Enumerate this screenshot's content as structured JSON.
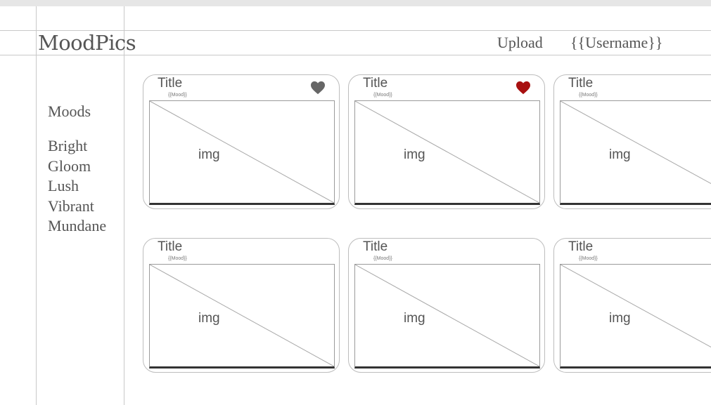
{
  "app": {
    "logo": "MoodPics"
  },
  "nav": {
    "upload_label": "Upload",
    "username_label": "{{Username}}"
  },
  "sidebar": {
    "title": "Moods",
    "moods": [
      "Bright",
      "Gloom",
      "Lush",
      "Vibrant",
      "Mundane"
    ]
  },
  "cards": [
    {
      "title": "Title",
      "mood": "{{Mood}}",
      "image_label": "img",
      "heart": "heart-icon",
      "heart_color": "#666666"
    },
    {
      "title": "Title",
      "mood": "{{Mood}}",
      "image_label": "img",
      "heart": "heart-icon",
      "heart_color": "#a81010"
    },
    {
      "title": "Title",
      "mood": "{{Mood}}",
      "image_label": "img",
      "heart": "",
      "heart_color": ""
    },
    {
      "title": "Title",
      "mood": "{{Mood}}",
      "image_label": "img",
      "heart": "",
      "heart_color": ""
    },
    {
      "title": "Title",
      "mood": "{{Mood}}",
      "image_label": "img",
      "heart": "",
      "heart_color": ""
    },
    {
      "title": "Title",
      "mood": "{{Mood}}",
      "image_label": "img",
      "heart": "",
      "heart_color": ""
    }
  ]
}
